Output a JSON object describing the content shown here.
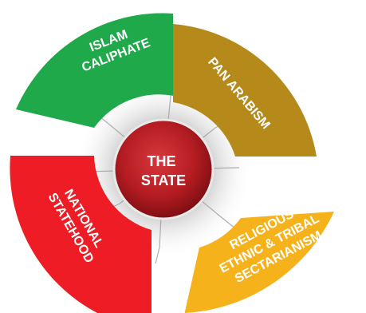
{
  "diagram": {
    "center": {
      "line1": "THE",
      "line2": "STATE",
      "color": "#b51d22"
    },
    "segments": [
      {
        "id": "islam",
        "lines": [
          "ISLAM",
          "CALIPHATE"
        ],
        "color": "#1fa94b"
      },
      {
        "id": "pan",
        "lines": [
          "PAN ARABISM"
        ],
        "color": "#b58a1b"
      },
      {
        "id": "national",
        "lines": [
          "NATIONAL",
          "STATEHOOD"
        ],
        "color": "#ee1c24"
      },
      {
        "id": "religious",
        "lines": [
          "RELIGIOUS",
          "ETHNIC & TRIBAL",
          "SECTARIANISM"
        ],
        "color": "#f6b21b"
      }
    ]
  }
}
